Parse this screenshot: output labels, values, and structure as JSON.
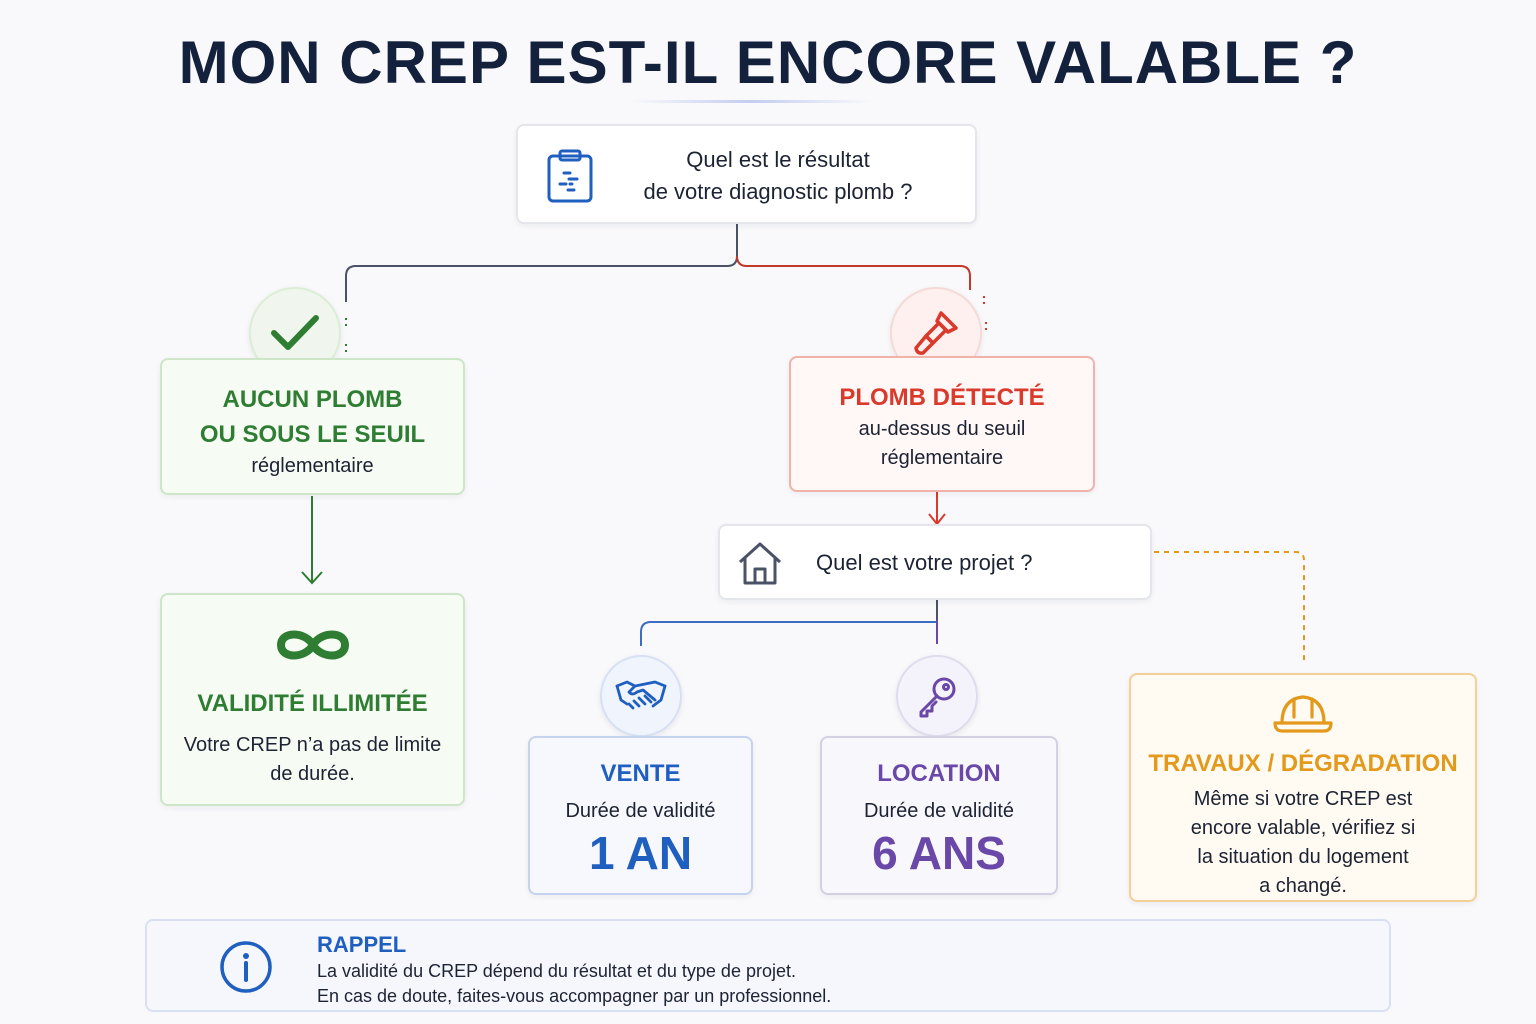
{
  "title": "MON CREP EST-IL ENCORE VALABLE ?",
  "question_top": {
    "icon": "clipboard-icon",
    "line1": "Quel est le résultat",
    "line2": "de votre diagnostic plomb ?"
  },
  "no_lead": {
    "icon": "checkmark-icon",
    "line1": "AUCUN PLOMB",
    "line2": "OU SOUS LE SEUIL",
    "line3": "réglementaire",
    "color": "#2e7d32"
  },
  "lead_detected": {
    "icon": "paintbrush-icon",
    "title": "PLOMB DÉTECTÉ",
    "line1": "au-dessus du seuil",
    "line2": "réglementaire",
    "color": "#d93a2b"
  },
  "unlimited": {
    "icon": "infinity-icon",
    "title": "VALIDITÉ ILLIMITÉE",
    "line1": "Votre CREP n’a pas de limite",
    "line2": "de durée.",
    "color": "#2e7d32"
  },
  "question_project": {
    "icon": "house-icon",
    "text": "Quel est votre projet ?"
  },
  "sale": {
    "icon": "handshake-icon",
    "title": "VENTE",
    "label": "Durée de validité",
    "value": "1 AN",
    "color": "#1f5fbf"
  },
  "rental": {
    "icon": "key-icon",
    "title": "LOCATION",
    "label": "Durée de validité",
    "value": "6 ANS",
    "color": "#6a48a8"
  },
  "works": {
    "icon": "hard-hat-icon",
    "title": "TRAVAUX / DÉGRADATION",
    "line1": "Même si votre CREP est",
    "line2": "encore valable, vérifiez si",
    "line3": "la situation du logement",
    "line4": "a changé.",
    "color": "#e39a1c"
  },
  "reminder": {
    "icon": "info-icon",
    "title": "RAPPEL",
    "line1": "La validité du CREP dépend du résultat et du type de projet.",
    "line2": "En cas de doute, faites-vous accompagner par un professionnel.",
    "color": "#1f5fbf"
  }
}
